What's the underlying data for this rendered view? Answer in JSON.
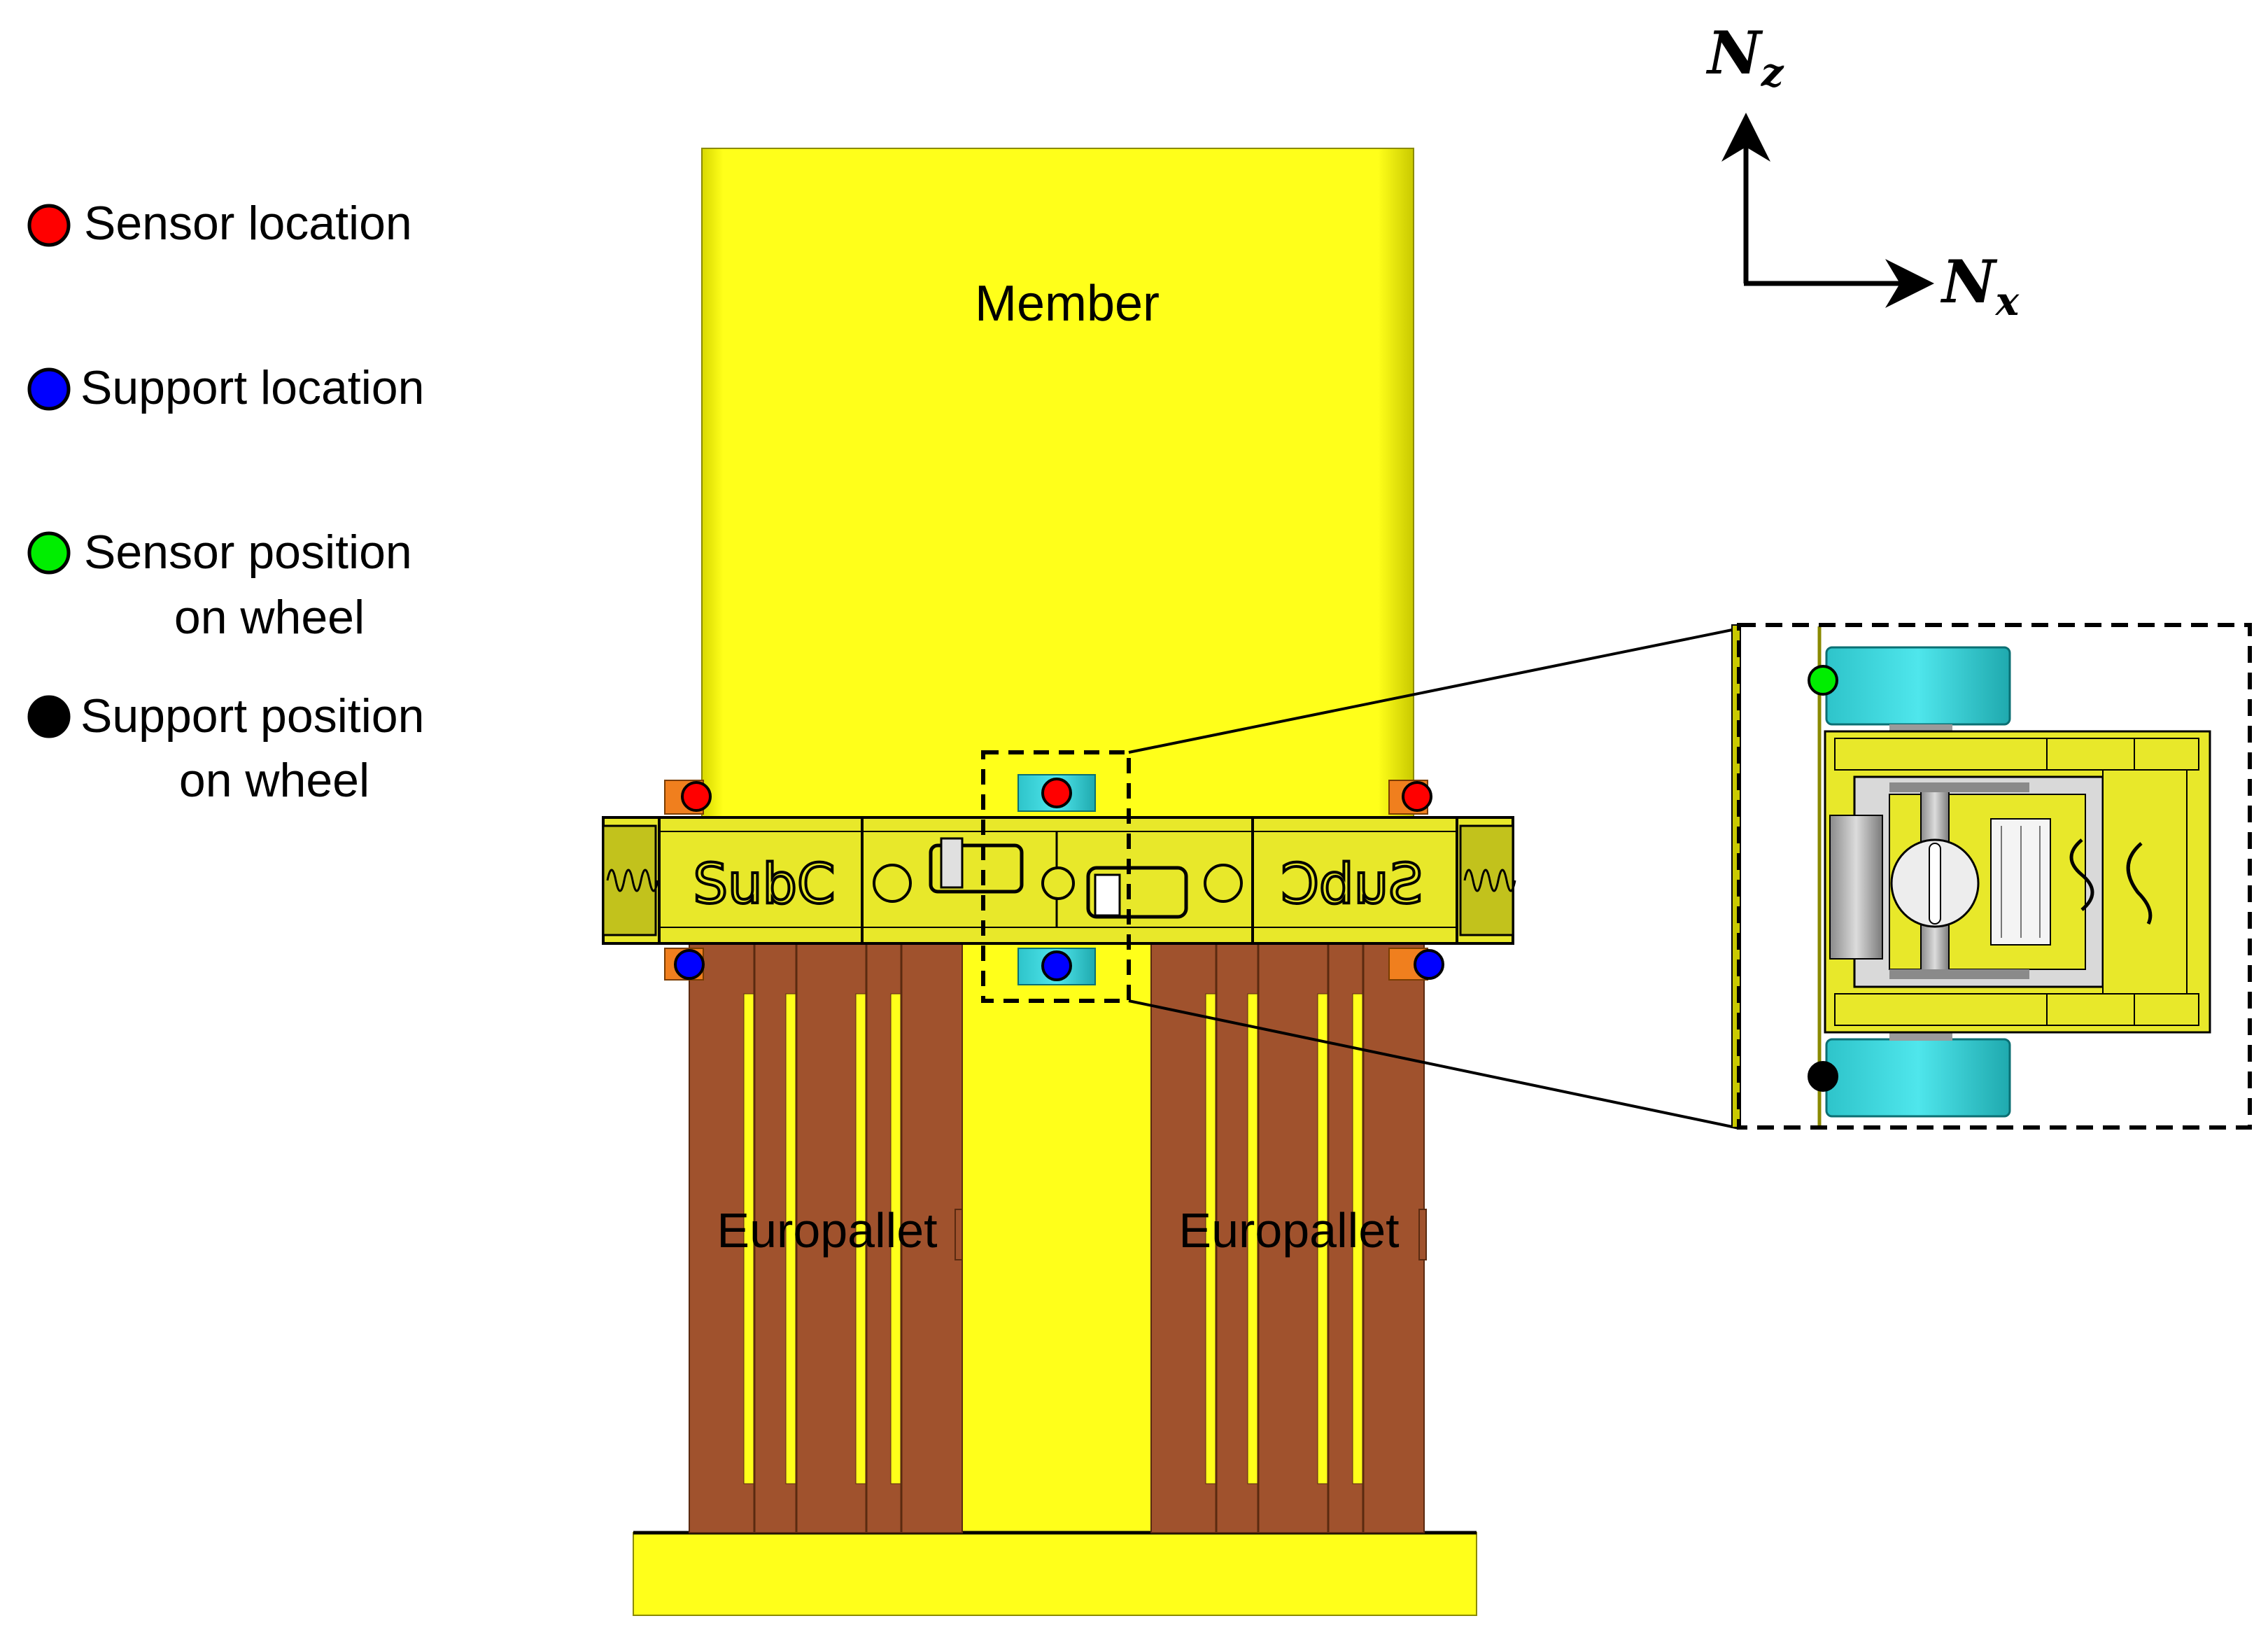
{
  "legend": {
    "items": [
      {
        "key": "sensor",
        "line1": "Sensor location",
        "line2": ""
      },
      {
        "key": "support",
        "line1": "Support location",
        "line2": ""
      },
      {
        "key": "sensor_wheel",
        "line1": "Sensor position",
        "line2": "on wheel"
      },
      {
        "key": "support_wheel",
        "line1": "Support position",
        "line2": "on wheel"
      }
    ]
  },
  "labels": {
    "member": "Member",
    "pallet_left": "Europallet",
    "pallet_right": "Europallet",
    "logo_left": "SubC",
    "logo_right": "SubC"
  },
  "axes": {
    "z_symbol": "N",
    "z_subscript": "z",
    "x_symbol": "N",
    "x_subscript": "x"
  },
  "colors": {
    "sensor": "#ff0000",
    "support": "#0000ff",
    "sensor_wheel": "#00ee00",
    "support_wheel": "#000000",
    "member": "#ffff1a",
    "pallet": "#a0522d",
    "wheel": "#33d6dc",
    "clamp": "#f07f1e",
    "frame": "#e8e82a",
    "grey": "#b9b9b9"
  }
}
